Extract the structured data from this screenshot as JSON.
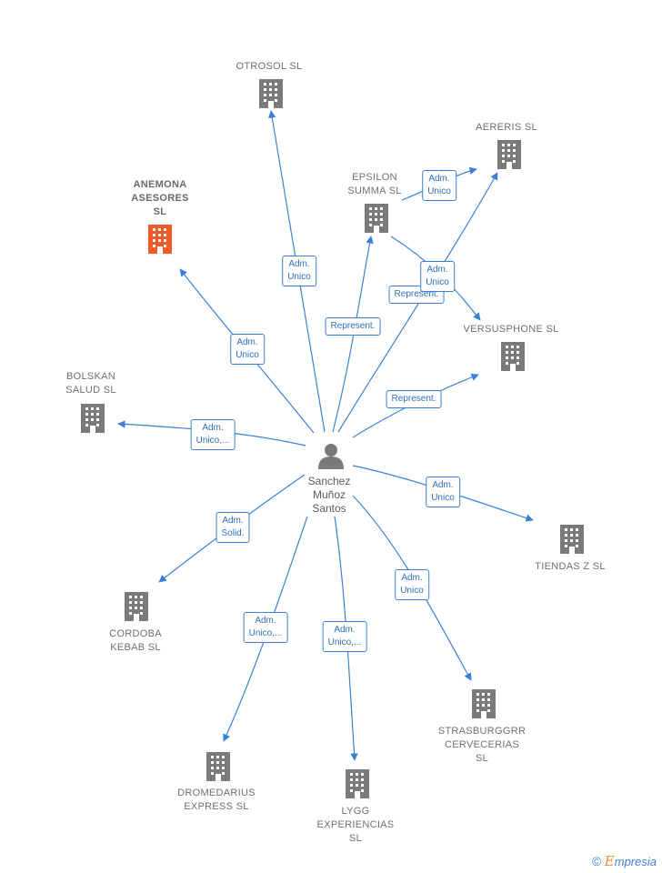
{
  "colors": {
    "edge": "#3b80d6",
    "building": "#7a7a7a",
    "building_highlight": "#f05a28",
    "person": "#7a7a7a"
  },
  "center": {
    "name": "Sanchez\nMuñoz\nSantos",
    "icon": "person-icon"
  },
  "nodes": [
    {
      "id": "otrosol",
      "label": "OTROSOL  SL",
      "icon": "building-icon",
      "highlight": false
    },
    {
      "id": "aereris",
      "label": "AERERIS SL",
      "icon": "building-icon",
      "highlight": false
    },
    {
      "id": "epsilon",
      "label": "EPSILON\nSUMMA SL",
      "icon": "building-icon",
      "highlight": false
    },
    {
      "id": "anemona",
      "label": "ANEMONA\nASESORES\nSL",
      "icon": "building-icon",
      "highlight": true
    },
    {
      "id": "versusphone",
      "label": "VERSUSPHONE SL",
      "icon": "building-icon",
      "highlight": false
    },
    {
      "id": "bolskan",
      "label": "BOLSKAN\nSALUD  SL",
      "icon": "building-icon",
      "highlight": false
    },
    {
      "id": "tiendas",
      "label": "TIENDAS Z  SL",
      "icon": "building-icon",
      "highlight": false
    },
    {
      "id": "cordoba",
      "label": "CORDOBA\nKEBAB  SL",
      "icon": "building-icon",
      "highlight": false
    },
    {
      "id": "strasburggrr",
      "label": "STRASBURGGRR\nCERVECERIAS\nSL",
      "icon": "building-icon",
      "highlight": false
    },
    {
      "id": "dromedarius",
      "label": "DROMEDARIUS\nEXPRESS  SL",
      "icon": "building-icon",
      "highlight": false
    },
    {
      "id": "lygg",
      "label": "LYGG\nEXPERIENCIAS\nSL",
      "icon": "building-icon",
      "highlight": false
    }
  ],
  "edges": [
    {
      "id": "e-otrosol",
      "label": "Adm.\nUnico"
    },
    {
      "id": "e-aereris",
      "label": "Represent."
    },
    {
      "id": "e-epsilon",
      "label": "Represent."
    },
    {
      "id": "e-epsilon-aereris",
      "label": "Adm.\nUnico"
    },
    {
      "id": "e-epsilon-versusphone",
      "label": "Adm.\nUnico"
    },
    {
      "id": "e-anemona",
      "label": "Adm.\nUnico"
    },
    {
      "id": "e-versusphone",
      "label": "Represent."
    },
    {
      "id": "e-bolskan",
      "label": "Adm.\nUnico,..."
    },
    {
      "id": "e-tiendas",
      "label": "Adm.\nUnico"
    },
    {
      "id": "e-cordoba",
      "label": "Adm.\nSolid."
    },
    {
      "id": "e-strasburggrr",
      "label": "Adm.\nUnico"
    },
    {
      "id": "e-dromedarius",
      "label": "Adm.\nUnico,..."
    },
    {
      "id": "e-lygg",
      "label": "Adm.\nUnico,..."
    }
  ],
  "watermark": {
    "copyright": "©",
    "brand_first": "E",
    "brand_rest": "mpresia"
  }
}
